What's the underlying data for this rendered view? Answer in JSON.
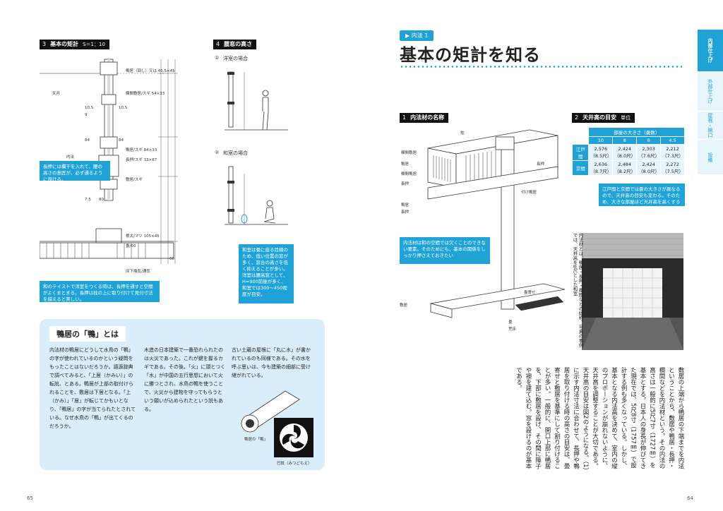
{
  "left_page": {
    "sec3": {
      "num": "3",
      "title": "基本の矩計",
      "scale": "S＝1：10"
    },
    "sec4": {
      "num": "4",
      "title": "腰窓の高さ"
    },
    "sec4_case1": "洋室の場合",
    "sec4_case2": "和室の場合",
    "sec4_callout": "和室は畳に座る目線のため、低い位置の窓が多く、窓台の高さを低く抑えることが多い。洋室は腰高窓として、H=900前後が多く、和室では300〜450程度が目安。",
    "callout_left1": "長押には欄干を入れて、腰の高さの意匠が、必ず通るように設ける。",
    "callout_left2": "和のテイストで洋室をつくる時は、長押を通すと空間がよくまとまる。長押は柱の上に取り付けて見付寸法を揃えると美しい。",
    "labels": {
      "ranma_kamoi": "鴨居（回し）又は 45.5×45",
      "tenjo": "天井",
      "kamoi_face": "欄間敷居/スギ 54×33",
      "naka": "内法",
      "kamoi2": "鴨居/スギ 84×33",
      "nageshi": "長押/スギ 33×87",
      "shikii": "敷居/スギ",
      "tatami": "畳/60",
      "nedaisa": "根太/マツ 105×45",
      "yuka": "床",
      "ashigatame": "床下換気/通気",
      "d1": "10.5",
      "d2": "9",
      "d3": "84",
      "d4": "10.5",
      "d5": "84",
      "d6": "7.5",
      "d7": "80",
      "d8": "60"
    },
    "column_box": {
      "title": "鴨居の「鴨」とは",
      "col1": "内法材の鴨居にどうして水鳥の「鴨」の字が使われているのかという疑問をもったことはないだろうか。語源辞典で調べてみると、「上居（かみい）」の転訛、とある。鴨居が上部の取付けられることを、敷居は下居となる。「上（かみ）」「居」が転じてかもいとなり、「鴨居」の字が当てられたとされている。なぜ水鳥の「鴨」が出てくるのだろうか。",
      "col2": "木造の日本建築で一番恐れられたのは火災であった。これが鍵を握るカギである。その後、「火」に頭とつく「水」が中国の五行思想において火に勝つとされ、水鳥の鴨を使うことで、火災から建物を守ってもらうという願いが込められたという説もある。",
      "col3": "古い土蔵の屋根に「丸に水」が書かれているのも同様である。その水を呼ぶ思いは、今も建築の細部に受け継がれている。",
      "caption1": "鴨居の「鴨」",
      "caption2": "巴紋（みつどもえ）"
    },
    "page_number": "65"
  },
  "right_page": {
    "tag": "内法 1",
    "headline": "基本の矩計を知る",
    "sec1": {
      "num": "1",
      "title": "内法材の名称"
    },
    "sec2": {
      "num": "2",
      "title": "天井高の目安",
      "note": "単位"
    },
    "diagram_labels": {
      "hashira": "柱",
      "ranma_shikii": "欄間敷居",
      "kamoi": "鴨居",
      "ranma_kamoi": "欄間鴨居",
      "nageshi": "長押",
      "kamoi2": "鴨居",
      "shikii": "敷居",
      "nageshi2": "長押",
      "tsukekamoi": "付け鴨居",
      "shikii2": "敷居",
      "tatamiyose": "畳寄せ",
      "tatami": "畳",
      "ashigatame": "荒床"
    },
    "callout_diagram": "内法材は和の空間では欠くことのできない要素。そのためにも、基本の関係をしっかり押さえておきたい",
    "ceiling_table": {
      "head_label": "部屋の大きさ（畳数）",
      "cols": [
        "10",
        "8",
        "6",
        "4.5"
      ],
      "rows": [
        {
          "label": "江戸間",
          "values": [
            "2,576",
            "2,424",
            "2,303",
            "2,212"
          ],
          "sub": [
            "（8.5尺）",
            "（8.0尺）",
            "（7.6尺）",
            "（7.3尺）"
          ]
        },
        {
          "label": "京間",
          "values": [
            "2,636",
            "2,484",
            "2,424",
            "2,272"
          ],
          "sub": [
            "（8.7尺）",
            "（8.2尺）",
            "（8.0尺）",
            "（7.5尺）"
          ]
        }
      ]
    },
    "callout_table": "江戸間と京間では畳の大きさが異なるので、天井高の目安も変わる。そのため、大きな部屋ほど天井高を高くする",
    "photo_caption": "内法材とは、鴨居・長押・欄間などの総称。写真の事例では、天井高を8尺とした和室",
    "body_text": "敷居の上端から鴨居の下端までを内法ということから、敷居や鴨居・長押・欄間などを内法材という。その内法の高さは一般的に5尺7寸（1727㎜）を基本とする。日本人の身長が伸びてきた現在では、5尺8寸（1757㎜）で設計する例も多くなっている。しかし、基本となる内法高を決めて、室内の縦のプロポーションが崩れないように、天井高を調整することが大切である。天井高の目安は図2のようになる。（1）に示す内法寸法に合わせて、長押や鴨居を取り付ける時の高さの目安は、畳寄せと敷居を基準にして割り付けることが多い。一般的に、開口上部に鴨居を、下部に敷居を設け、その間に障子や襖を建て込む。窓を設けるのが基本である。",
    "page_number": "64"
  },
  "side_tabs": [
    "内部仕上げ",
    "外部仕上げ",
    "屋根・開口",
    "設備"
  ]
}
